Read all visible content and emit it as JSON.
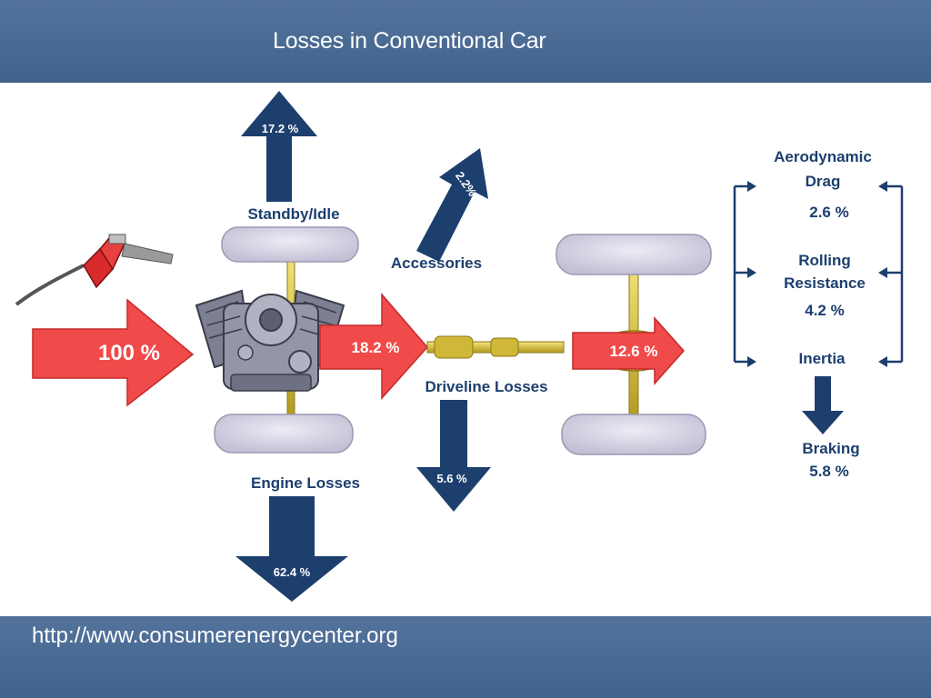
{
  "slide": {
    "title": "Losses in Conventional Car",
    "source_url": "http://www.consumerenergycenter.org"
  },
  "diagram": {
    "fuel_input": "100 %",
    "standby_idle": {
      "label": "Standby/Idle",
      "value": "17.2 %"
    },
    "accessories": {
      "label": "Accessories",
      "value": "2.2%"
    },
    "engine_losses": {
      "label": "Engine Losses",
      "value": "62.4 %"
    },
    "engine_output": "18.2 %",
    "driveline_losses": {
      "label": "Driveline Losses",
      "value": "5.6 %"
    },
    "wheel_output": "12.6 %",
    "aerodynamic_drag": {
      "label_line1": "Aerodynamic",
      "label_line2": "Drag",
      "value": "2.6 %"
    },
    "rolling_resistance": {
      "label_line1": "Rolling",
      "label_line2": "Resistance",
      "value": "4.2 %"
    },
    "inertia": {
      "label": "Inertia"
    },
    "braking": {
      "label": "Braking",
      "value": "5.8 %"
    }
  },
  "colors": {
    "band": "#4a6a93",
    "loss_arrow": "#1d3f6e",
    "flow_arrow": "#f04a4a",
    "label_text": "#1d3f6e",
    "tire": "#d6d2e3"
  }
}
